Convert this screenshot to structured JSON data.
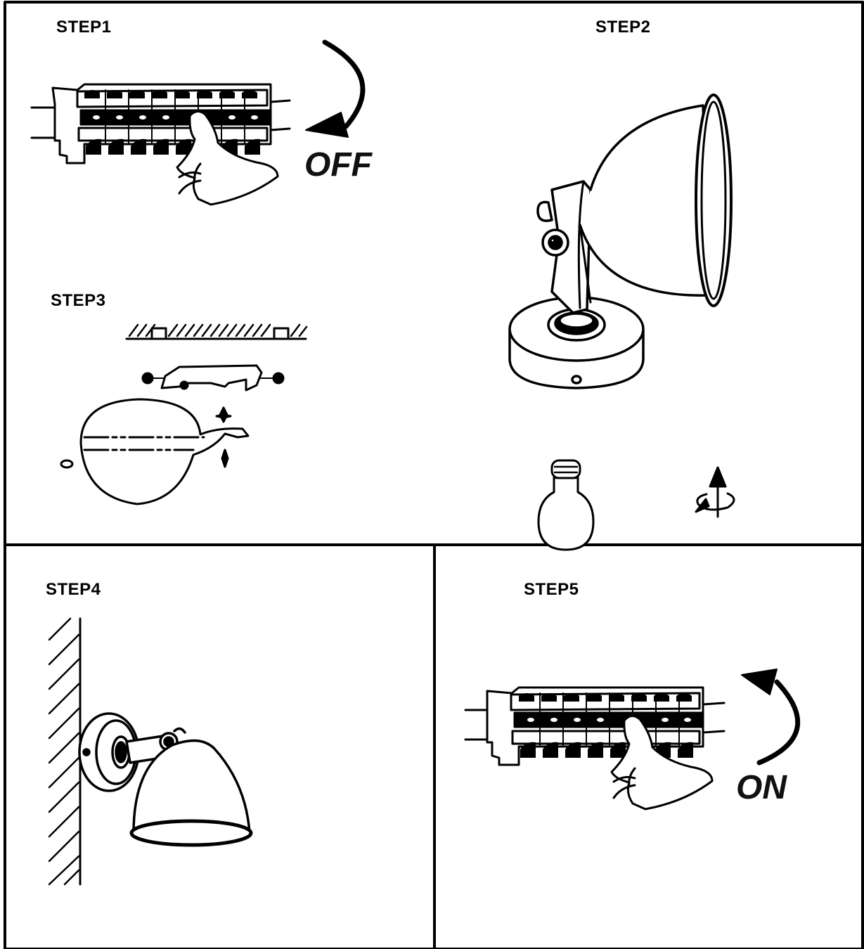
{
  "steps": {
    "step1": "STEP1",
    "step2": "STEP2",
    "step3": "STEP3",
    "step4": "STEP4",
    "step5": "STEP5"
  },
  "switch_labels": {
    "off": "OFF",
    "on": "ON"
  },
  "colors": {
    "ink": "#000000",
    "paper": "#ffffff"
  },
  "icons": [
    "breaker-panel-icon",
    "hand-icon",
    "rotate-arrow-icon",
    "spotlight-lamp-icon",
    "mounting-plate-icon",
    "light-bulb-icon",
    "twist-up-icon",
    "wall-hatch-icon"
  ]
}
